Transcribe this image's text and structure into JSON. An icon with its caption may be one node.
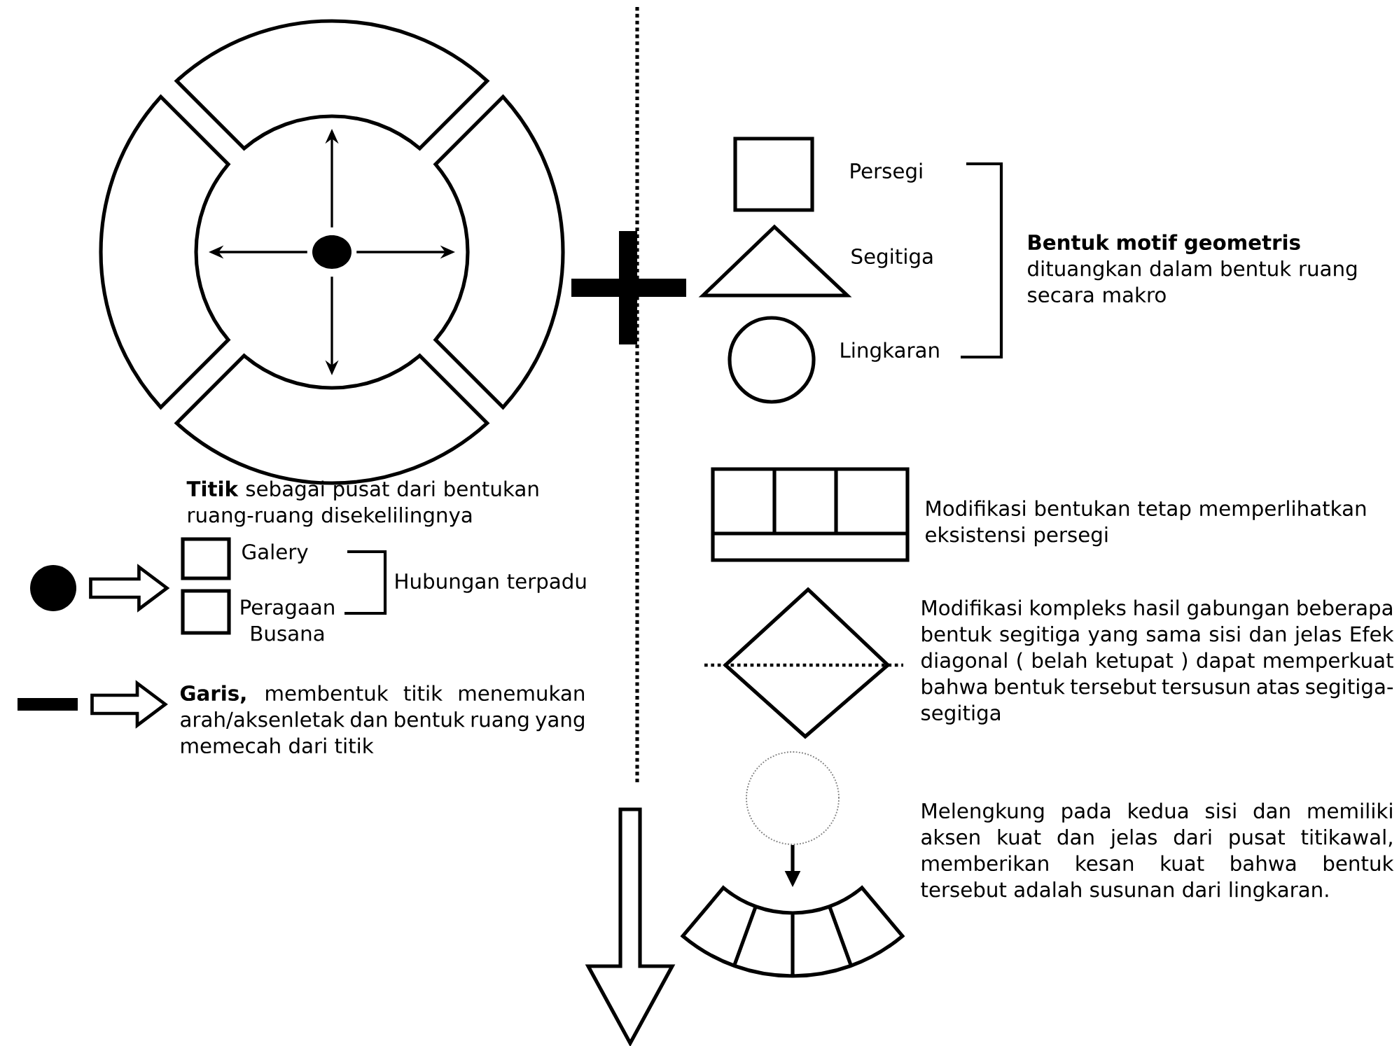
{
  "diagram": {
    "nodes": [
      {
        "text": [],
        "shape": "circle"
      },
      {
        "text": [],
        "shape": "box",
        "beside": [
          "Galery"
        ]
      },
      {
        "text": [],
        "shape": "box",
        "beside": [
          "Peragaan Busana"
        ]
      },
      {
        "text": [],
        "shape": "bar"
      },
      {
        "text": [
          "**Garis,** membentuk titik menemukan arah/aksenletak dan bentuk ruang yang memecah dari titik"
        ]
      },
      {
        "text": [],
        "shape": "circle"
      },
      {
        "text": [],
        "shape": "arc"
      }
    ],
    "edges": [
      {
        "from": 0,
        "to": 1,
        "arrow": "to"
      },
      {
        "from": 3,
        "to": 4,
        "arrow": "to"
      },
      {
        "from": 5,
        "to": 6,
        "arrow": "to"
      }
    ],
    "labels": [
      "**Titik** sebagai pusat dari bentukan ruang-ruang disekelilingnya",
      "Hubungan terpadu",
      "Persegi",
      "Segitiga",
      "Lingkaran",
      "**Bentuk motif geometris** dituangkan dalam bentuk ruang secara makro",
      "Modifikasi bentukan tetap memperlihatkan eksistensi persegi",
      "Modifikasi kompleks hasil gabungan beberapa bentuk segitiga yang sama sisi dan jelas Efek diagonal ( belah ketupat ) dapat memperkuat bahwa bentuk tersebut tersusun atas segitiga-segitiga",
      "Melengkung pada kedua sisi dan memiliki aksen kuat dan jelas dari pusat titikawal, memberikan kesan kuat bahwa bentuk tersebut adalah susunan dari lingkaran."
    ]
  }
}
